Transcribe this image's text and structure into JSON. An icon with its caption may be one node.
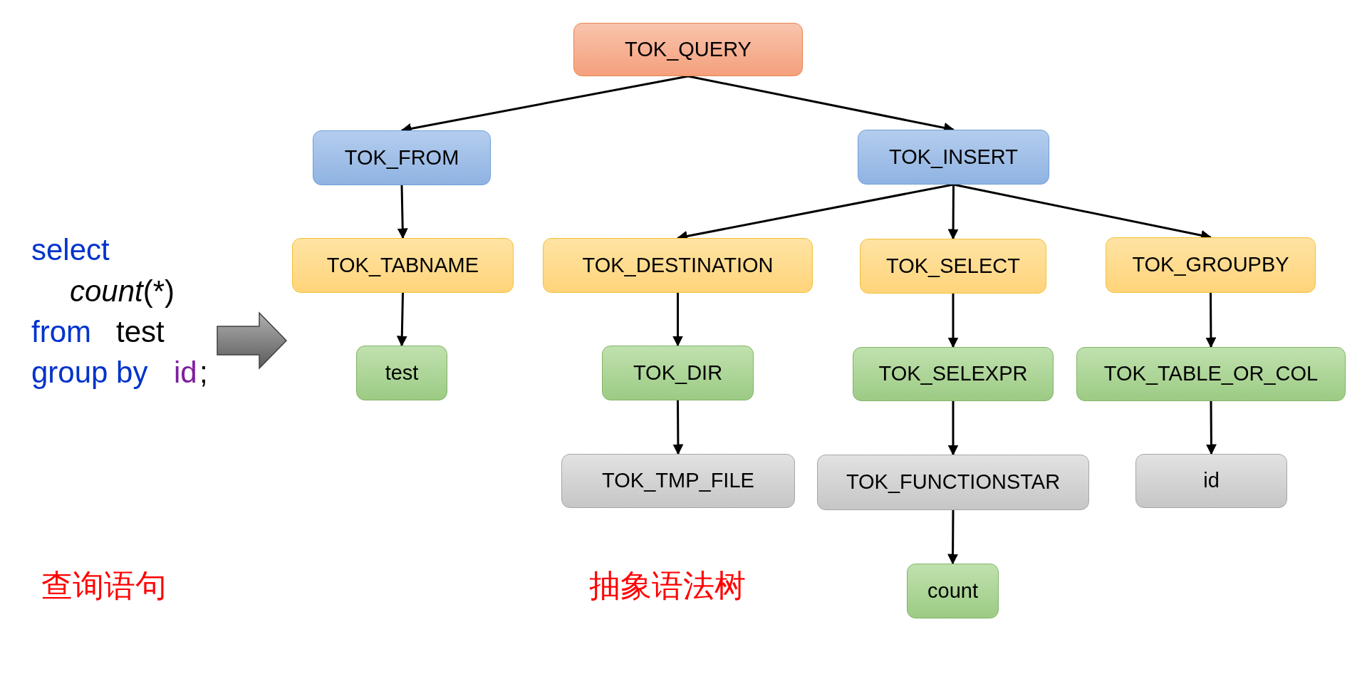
{
  "diagram": {
    "nodes": [
      {
        "text": [
          "TOK_QUERY"
        ]
      },
      {
        "text": [
          "TOK_FROM"
        ]
      },
      {
        "text": [
          "TOK_INSERT"
        ]
      },
      {
        "text": [
          "TOK_TABNAME"
        ]
      },
      {
        "text": [
          "TOK_DESTINATION"
        ]
      },
      {
        "text": [
          "TOK_SELECT"
        ]
      },
      {
        "text": [
          "TOK_GROUPBY"
        ]
      },
      {
        "text": [
          "test"
        ]
      },
      {
        "text": [
          "TOK_DIR"
        ]
      },
      {
        "text": [
          "TOK_SELEXPR"
        ]
      },
      {
        "text": [
          "TOK_TABLE_OR_COL"
        ]
      },
      {
        "text": [
          "TOK_TMP_FILE"
        ]
      },
      {
        "text": [
          "TOK_FUNCTIONSTAR"
        ]
      },
      {
        "text": [
          "id"
        ]
      },
      {
        "text": [
          "count"
        ]
      }
    ],
    "edges": [
      {
        "from": 0,
        "to": 1,
        "arrow": "to"
      },
      {
        "from": 0,
        "to": 2,
        "arrow": "to"
      },
      {
        "from": 1,
        "to": 3,
        "arrow": "to"
      },
      {
        "from": 2,
        "to": 4,
        "arrow": "to"
      },
      {
        "from": 2,
        "to": 5,
        "arrow": "to"
      },
      {
        "from": 2,
        "to": 6,
        "arrow": "to"
      },
      {
        "from": 3,
        "to": 7,
        "arrow": "to"
      },
      {
        "from": 4,
        "to": 8,
        "arrow": "to"
      },
      {
        "from": 5,
        "to": 9,
        "arrow": "to"
      },
      {
        "from": 6,
        "to": 10,
        "arrow": "to"
      },
      {
        "from": 8,
        "to": 11,
        "arrow": "to"
      },
      {
        "from": 9,
        "to": 12,
        "arrow": "to"
      },
      {
        "from": 10,
        "to": 13,
        "arrow": "to"
      },
      {
        "from": 12,
        "to": 14,
        "arrow": "to"
      }
    ],
    "labels": [
      "select",
      "*count*(*)",
      "from",
      "test",
      "group by",
      "id",
      ";",
      "查询语句",
      "抽象语法树"
    ]
  }
}
